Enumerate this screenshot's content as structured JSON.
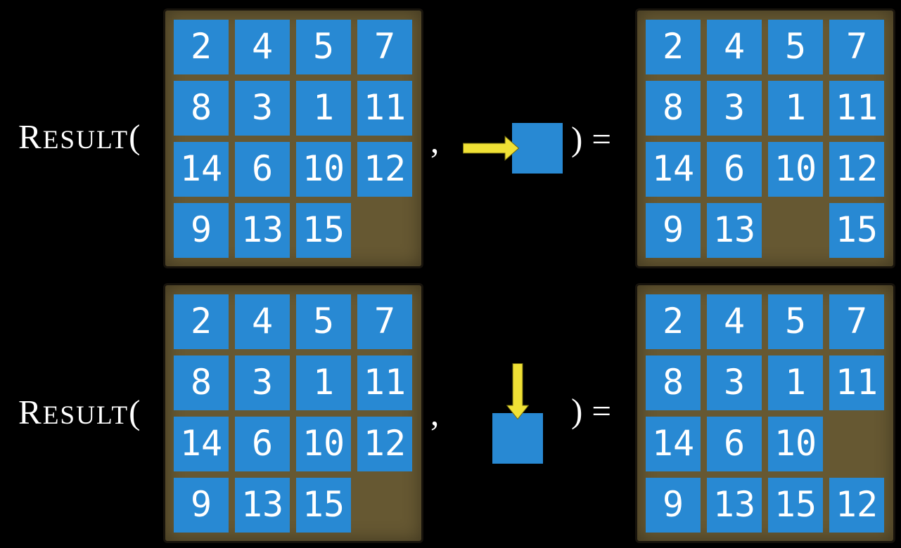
{
  "labels": {
    "function_initial": "R",
    "function_rest": "ESULT",
    "open_paren": "(",
    "comma": ",",
    "close_paren": ")",
    "equals_sign": "="
  },
  "colors": {
    "background": "#000000",
    "frame_brown": "#665832",
    "frame_border": "#17130c",
    "tile_blue": "#2889d3",
    "arrow_yellow": "#f0e135",
    "text_white": "#ffffff"
  },
  "rows": [
    {
      "name": "move-right-example",
      "action": {
        "direction": "right",
        "arrow_icon": "right-arrow-icon",
        "piece": "blue-tile-square"
      },
      "state_grid": [
        2,
        4,
        5,
        7,
        8,
        3,
        1,
        11,
        14,
        6,
        10,
        12,
        9,
        13,
        15,
        null
      ],
      "result_grid": [
        2,
        4,
        5,
        7,
        8,
        3,
        1,
        11,
        14,
        6,
        10,
        12,
        9,
        13,
        null,
        15
      ]
    },
    {
      "name": "move-down-example",
      "action": {
        "direction": "down",
        "arrow_icon": "down-arrow-icon",
        "piece": "blue-tile-square"
      },
      "state_grid": [
        2,
        4,
        5,
        7,
        8,
        3,
        1,
        11,
        14,
        6,
        10,
        12,
        9,
        13,
        15,
        null
      ],
      "result_grid": [
        2,
        4,
        5,
        7,
        8,
        3,
        1,
        11,
        14,
        6,
        10,
        null,
        9,
        13,
        15,
        12
      ]
    }
  ]
}
